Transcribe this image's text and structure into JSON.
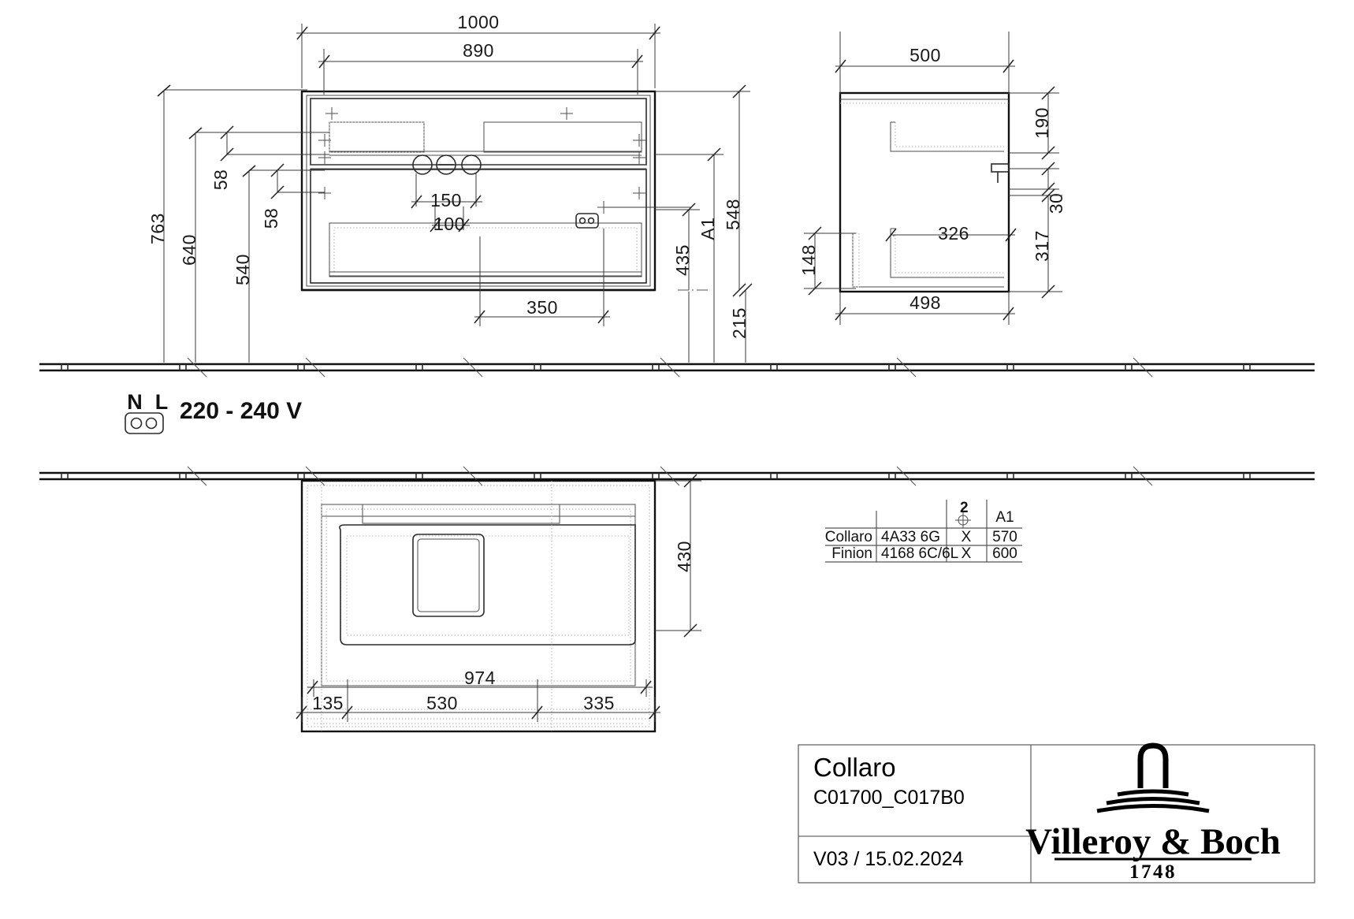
{
  "document": {
    "type": "technical-drawing",
    "standard_units": "mm"
  },
  "front_view": {
    "name": "front-elevation",
    "dimensions": {
      "overall_width": "1000",
      "inner_width": "890",
      "height_top": "763",
      "height_640": "640",
      "height_540": "540",
      "offset_58_upper": "58",
      "offset_58_lower": "58",
      "tap_spacing": "150",
      "tap_spacing_inner": "100",
      "socket_offset": "350",
      "cabinet_height": "548",
      "height_a1": "A1",
      "height_435": "435",
      "height_215": "215"
    }
  },
  "side_view": {
    "name": "side-elevation",
    "dimensions": {
      "depth_overall": "500",
      "depth_base": "498",
      "drawer_top": "190",
      "gap": "30",
      "drawer_bottom": "317",
      "inner_depth": "326",
      "base_offset": "148"
    }
  },
  "plan_view": {
    "name": "plan-view",
    "dimensions": {
      "depth": "430",
      "total_width": "974",
      "left_offset": "135",
      "basin_width": "530",
      "right_section": "335"
    }
  },
  "electrical": {
    "neutral_label": "N",
    "live_label": "L",
    "voltage": "220 - 240 V",
    "symbol": "socket-icon"
  },
  "spec_table": {
    "columns": [
      "",
      "",
      "2",
      "A1"
    ],
    "header_symbol": "center-cross-icon",
    "header_count": "2",
    "header_a1": "A1",
    "rows": [
      {
        "series": "Collaro",
        "code": "4A33 6G",
        "mark": "X",
        "a1": "570"
      },
      {
        "series": "Finion",
        "code": "4168 6C/6L",
        "mark": "X",
        "a1": "600"
      }
    ]
  },
  "title_block": {
    "product_name": "Collaro",
    "product_code": "C01700_C017B0",
    "version": "V03 / 15.02.2024",
    "brand": "Villeroy & Boch",
    "brand_year": "1748",
    "brand_mark": "fountain-icon"
  },
  "colors": {
    "line": "#222222",
    "thin_line": "#4d4d4d",
    "hidden_line": "#9a9a9a",
    "background": "#ffffff"
  }
}
